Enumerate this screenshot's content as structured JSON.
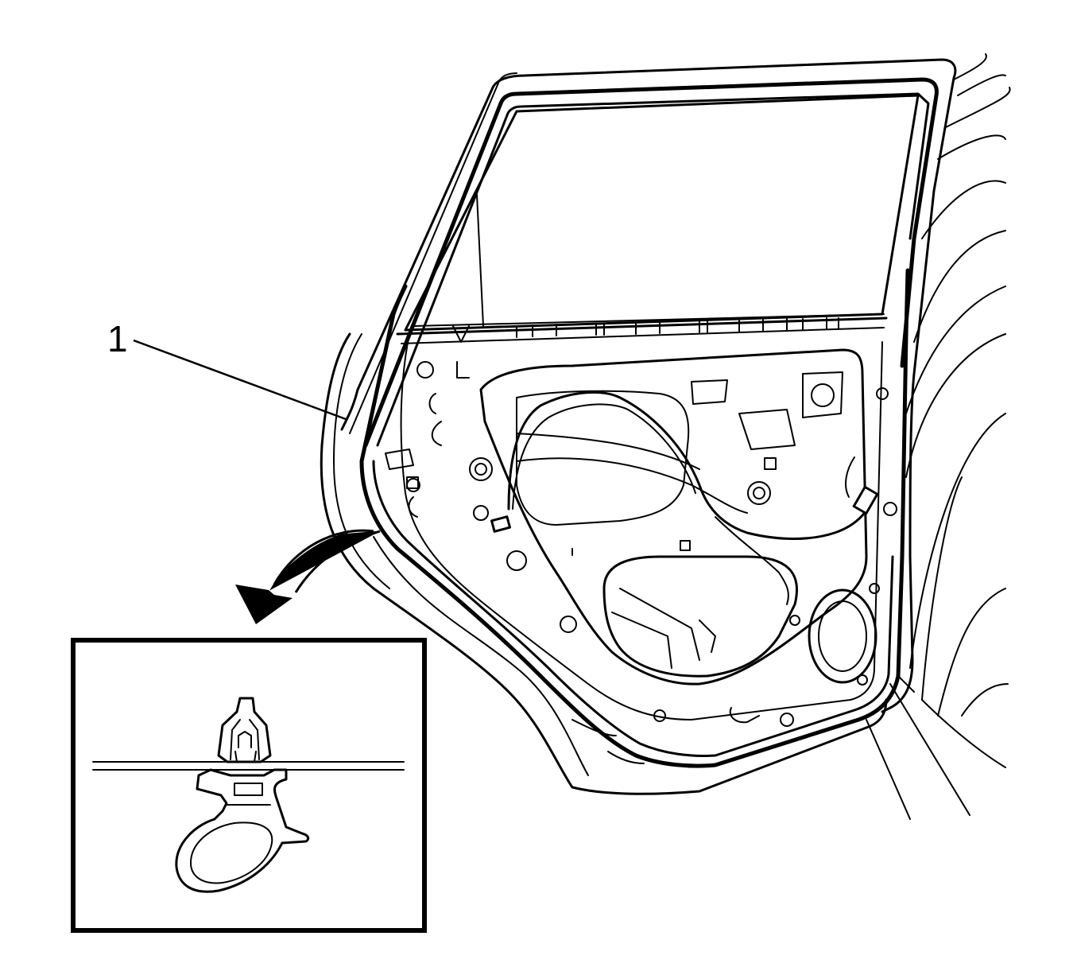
{
  "callouts": [
    {
      "id": "1",
      "label": "1"
    }
  ],
  "colors": {
    "line": "#000000",
    "background": "#ffffff"
  },
  "inset": {
    "shows": "weatherstrip-retainer-clip-detail"
  }
}
